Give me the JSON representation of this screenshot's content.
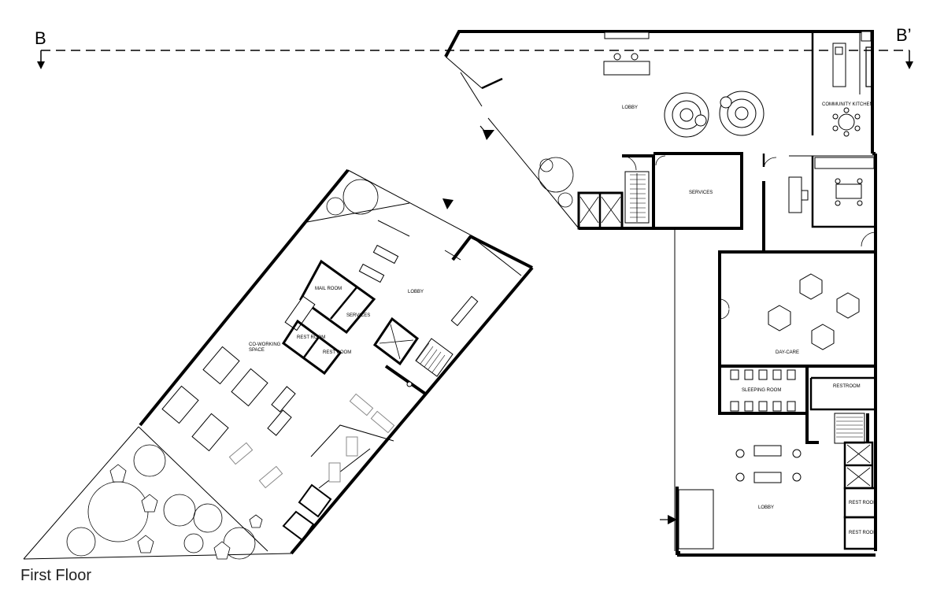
{
  "drawing": {
    "caption": "First Floor",
    "section_marker_left": "B",
    "section_marker_right": "B’"
  },
  "rooms": {
    "lobby_north": "LOBBY",
    "community_kitchen": "COMMUNITY KITCHEN",
    "services_east": "SERVICES",
    "day_care": "DAY-CARE",
    "sleeping_room": "SLEEPING ROOM",
    "restroom_east": "RESTROOM",
    "lobby_south": "LOBBY",
    "rest_room_se1": "REST ROOM",
    "rest_room_se2": "REST ROOM",
    "lobby_west": "LOBBY",
    "mail_room": "MAIL ROOM",
    "services_west": "SERVICES",
    "rest_room_w1": "REST ROOM",
    "rest_room_w2": "REST ROOM",
    "coworking_line1": "CO-WORKING",
    "coworking_line2": "SPACE"
  },
  "icons": {
    "section_arrow": "arrow-down-icon",
    "entry_arrow": "entry-arrow-icon",
    "tree": "tree-icon",
    "shrub": "shrub-icon"
  },
  "colors": {
    "ink": "#000000",
    "furniture_grey": "#888888",
    "paper": "#ffffff"
  }
}
